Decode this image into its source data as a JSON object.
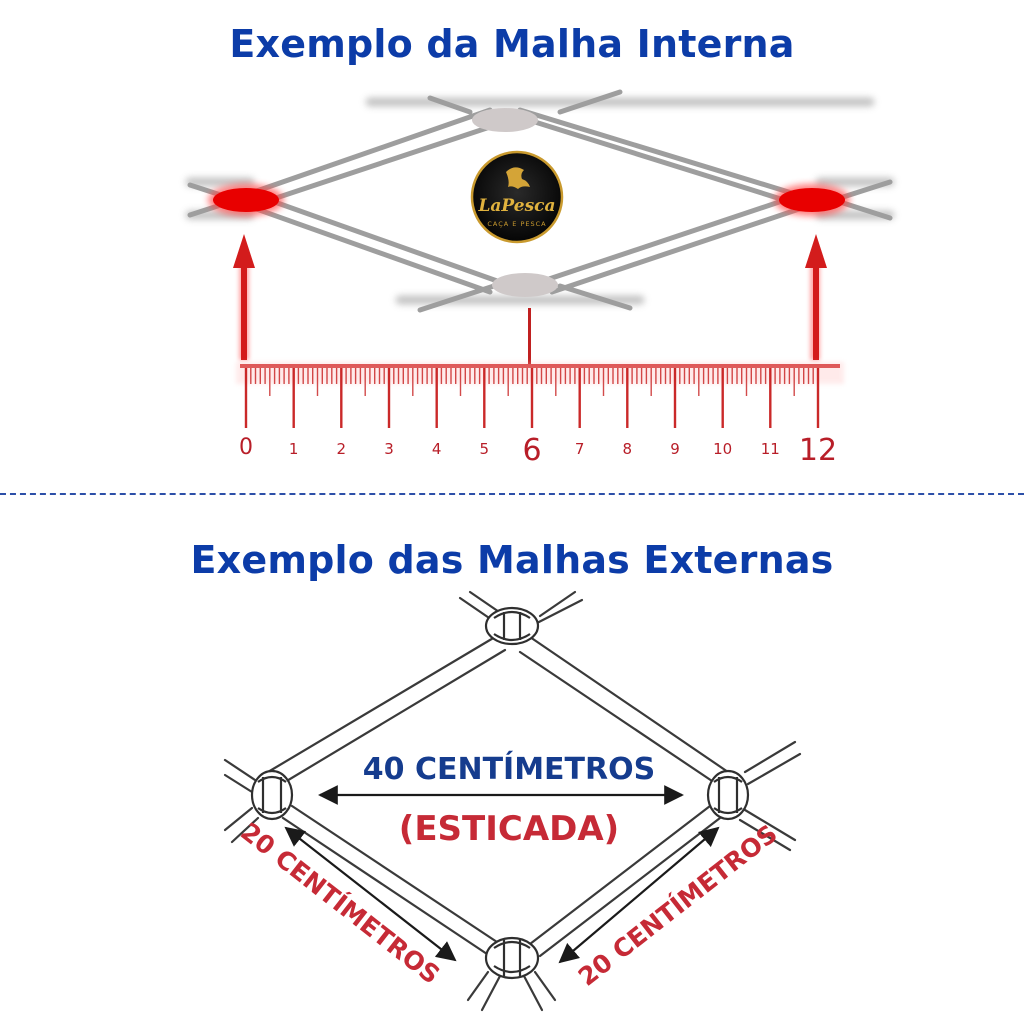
{
  "titles": {
    "top": "Exemplo da Malha Interna",
    "bottom": "Exemplo das Malhas Externas"
  },
  "logo": {
    "name": "LaPesca",
    "tagline": "CAÇA E PESCA"
  },
  "ruler": {
    "labels": [
      "0",
      "1",
      "2",
      "3",
      "4",
      "5",
      "6",
      "7",
      "8",
      "9",
      "10",
      "11",
      "12"
    ],
    "emphasized": [
      "6",
      "12"
    ]
  },
  "outer_mesh": {
    "stretched_label": "40 CENTÍMETROS",
    "stretched_note": "(ESTICADA)",
    "side_label_left": "20 CENTÍMETROS",
    "side_label_right": "20 CENTÍMETROS"
  },
  "colors": {
    "title": "#0c3ca8",
    "accent_red": "#d62020",
    "label_blue": "#153c8e",
    "label_red": "#c62a36"
  }
}
